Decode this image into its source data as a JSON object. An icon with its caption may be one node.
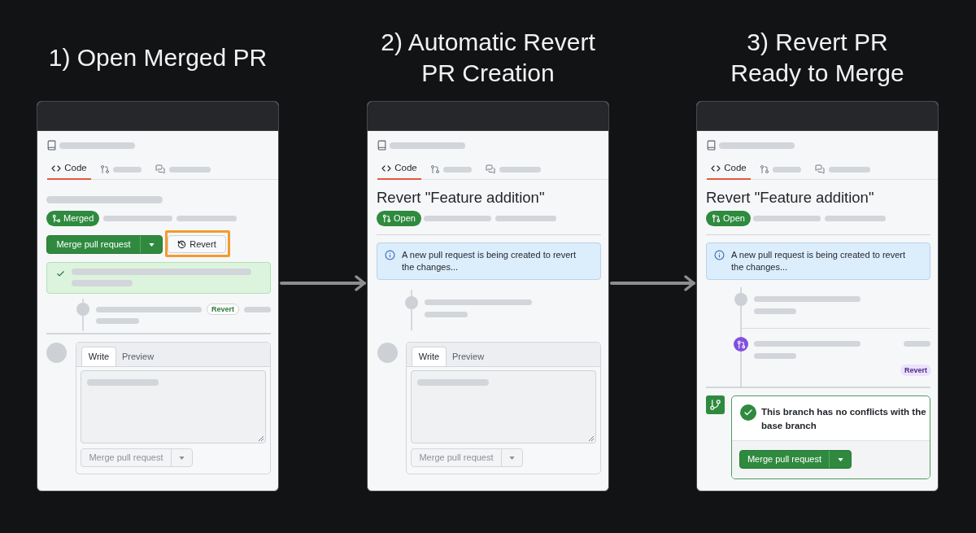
{
  "diagram": {
    "nodes": [
      {
        "text": [
          "1) Open Merged PR"
        ]
      },
      {
        "text": [
          "Code"
        ],
        "in": 0
      },
      {
        "text": [
          "Merged"
        ],
        "in": 0
      },
      {
        "text": [
          "Merge pull request"
        ],
        "in": 0
      },
      {
        "text": [
          "Revert"
        ],
        "in": 0
      },
      {
        "text": [
          "Revert"
        ],
        "in": 0
      },
      {
        "text": [
          "Write"
        ],
        "in": 0
      },
      {
        "text": [
          "Preview"
        ],
        "in": 0
      },
      {
        "text": [
          "Merge pull request"
        ],
        "in": 0
      },
      {
        "text": [
          "2) Automatic Revert PR Creation",
          "Revert \"Feature addition\""
        ]
      },
      {
        "text": [
          "Code"
        ],
        "in": 9
      },
      {
        "text": [
          "Open"
        ],
        "in": 9
      },
      {
        "text": [
          "A new pull request is being created to revert the changes..."
        ],
        "in": 9
      },
      {
        "text": [
          "Write"
        ],
        "in": 9
      },
      {
        "text": [
          "Preview"
        ],
        "in": 9
      },
      {
        "text": [
          "Merge pull request"
        ],
        "in": 9
      },
      {
        "text": [
          "3) Revert PR Ready to Merge",
          "Revert \"Feature addition\""
        ]
      },
      {
        "text": [
          "Code"
        ],
        "in": 16
      },
      {
        "text": [
          "Open"
        ],
        "in": 16
      },
      {
        "text": [
          "A new pull request is being created to revert the changes..."
        ],
        "in": 16
      },
      {
        "text": [
          "Revert"
        ],
        "in": 16
      },
      {
        "text": [
          "This branch has no conflicts with the base branch"
        ],
        "in": 16
      },
      {
        "text": [
          "Merge pull request"
        ],
        "in": 21
      }
    ],
    "edges": [
      {
        "from": 0,
        "to": 9,
        "arrow": "to"
      },
      {
        "from": 9,
        "to": 16,
        "arrow": "to"
      }
    ]
  }
}
